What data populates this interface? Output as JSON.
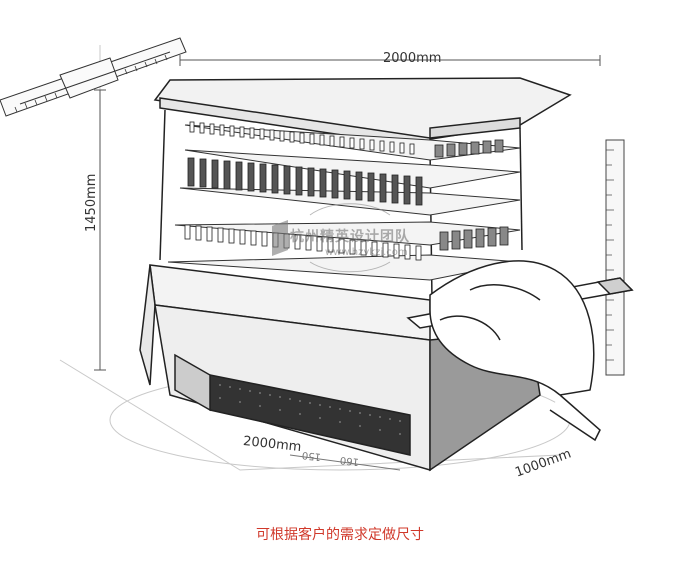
{
  "dimensions": {
    "width_top": "2000mm",
    "height_left": "1450mm",
    "width_bottom": "2000mm",
    "depth": "1000mm"
  },
  "caption": "可根据客户的需求定做尺寸",
  "watermark": {
    "name": "杭州精英设计团队",
    "url": "www.hzykzj.com"
  },
  "ruler_numbers": [
    "150",
    "160"
  ],
  "colors": {
    "caption": "#d0382a",
    "line": "#333333",
    "watermark": "#6b6b6b"
  }
}
